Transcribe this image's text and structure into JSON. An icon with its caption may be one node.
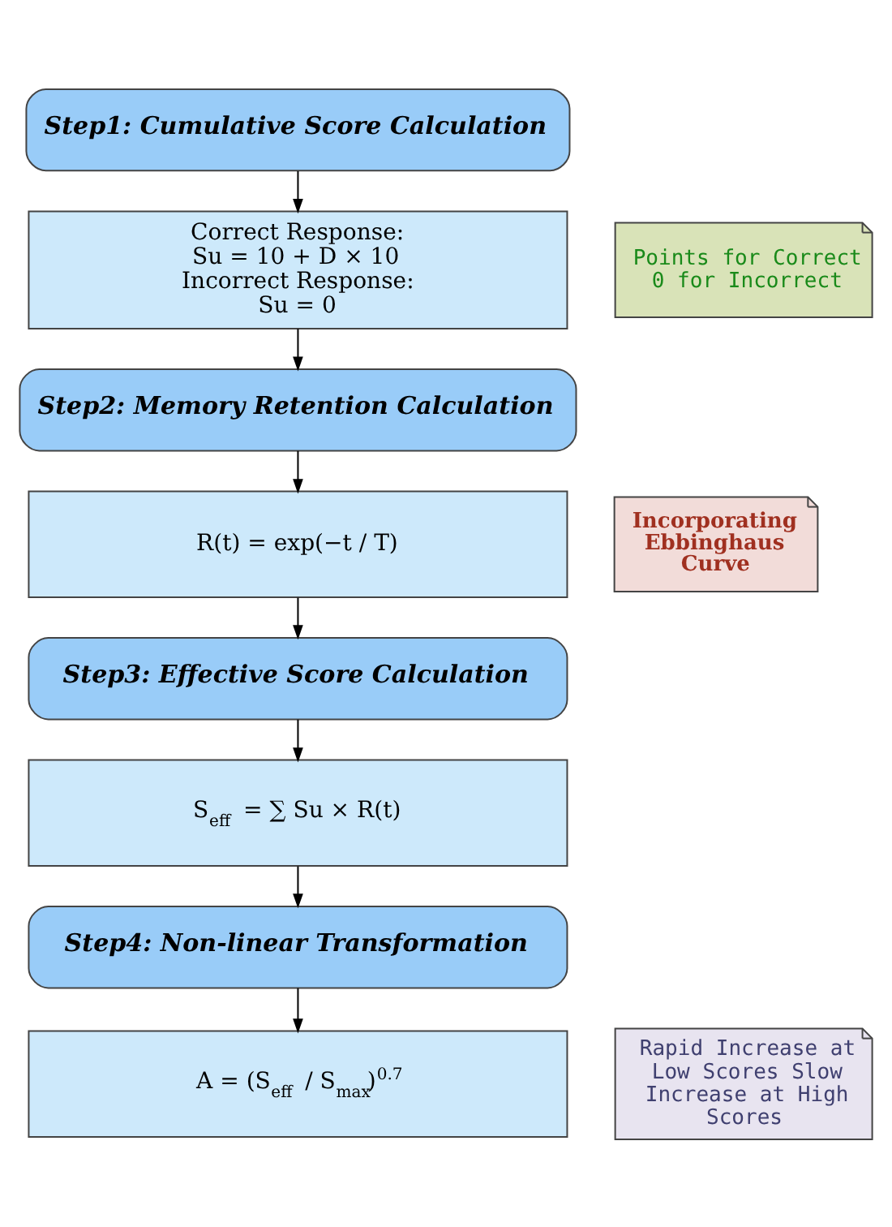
{
  "diagram": {
    "nodes": [
      {
        "text": [
          "Step1: Cumulative Score Calculation"
        ]
      },
      {
        "text": [
          "Correct Response:",
          "Su = 10 + D × 10",
          "Incorrect Response:",
          "Su = 0"
        ]
      },
      {
        "text": [
          "Points for Correct 0 for Incorrect"
        ]
      },
      {
        "text": [
          "Step2: Memory Retention Calculation"
        ]
      },
      {
        "text": [
          "R(t) = exp(−t / T)"
        ]
      },
      {
        "text": [
          "Incorporating Ebbinghaus Curve"
        ]
      },
      {
        "text": [
          "Step3: Effective Score Calculation"
        ]
      },
      {
        "text": [
          "S$_{eff}$ = ∑ Su × R(t)"
        ]
      },
      {
        "text": [
          "Step4: Non-linear Transformation"
        ]
      },
      {
        "text": [
          "A = (S$_{eff}$ / S$_{max}$)$^{0.7}$"
        ]
      },
      {
        "text": [
          "Rapid Increase at Low Scores Slow Increase at High Scores"
        ]
      }
    ],
    "edges": [
      {
        "from": 0,
        "to": 1,
        "arrow": "to"
      },
      {
        "from": 1,
        "to": 3,
        "arrow": "to"
      },
      {
        "from": 3,
        "to": 4,
        "arrow": "to"
      },
      {
        "from": 4,
        "to": 6,
        "arrow": "to"
      },
      {
        "from": 6,
        "to": 7,
        "arrow": "to"
      },
      {
        "from": 7,
        "to": 8,
        "arrow": "to"
      },
      {
        "from": 8,
        "to": 9,
        "arrow": "to"
      }
    ]
  }
}
